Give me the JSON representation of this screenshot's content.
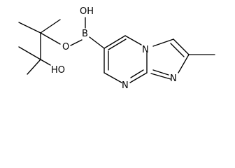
{
  "molecule": {
    "atoms": {
      "hydroxyl_boron": "OH",
      "boron": "B",
      "ester_oxygen": "O",
      "hydroxyl_carbon": "HO",
      "ring_nitrogen_bridgehead": "N",
      "ring_nitrogen_lower": "N",
      "ring_nitrogen_imidazole": "N"
    }
  }
}
